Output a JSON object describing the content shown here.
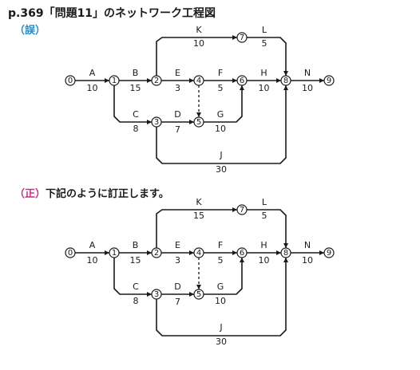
{
  "heading": "p.369「問題11」のネットワーク工程図",
  "wrong_label": "（誤）",
  "correction": {
    "marker": "（正）",
    "text": "下記のように訂正します。"
  },
  "colors": {
    "wrong_accent": "#1e8fd0",
    "correct_accent": "#d02a8a",
    "line": "#1a1a1a"
  },
  "diagrams": [
    {
      "id": "wrong",
      "nodes": [
        "0",
        "1",
        "2",
        "3",
        "4",
        "5",
        "6",
        "7",
        "8",
        "9"
      ],
      "activities": [
        {
          "from": "0",
          "to": "1",
          "name": "A",
          "duration": "10"
        },
        {
          "from": "1",
          "to": "2",
          "name": "B",
          "duration": "15"
        },
        {
          "from": "2",
          "to": "4",
          "name": "E",
          "duration": "3"
        },
        {
          "from": "4",
          "to": "6",
          "name": "F",
          "duration": "5"
        },
        {
          "from": "6",
          "to": "8",
          "name": "H",
          "duration": "10"
        },
        {
          "from": "8",
          "to": "9",
          "name": "N",
          "duration": "10"
        },
        {
          "from": "2",
          "to": "7",
          "name": "K",
          "duration": "10",
          "highlight": true
        },
        {
          "from": "7",
          "to": "8",
          "name": "L",
          "duration": "5"
        },
        {
          "from": "1",
          "to": "3",
          "name": "C",
          "duration": "8"
        },
        {
          "from": "3",
          "to": "5",
          "name": "D",
          "duration": "7"
        },
        {
          "from": "5",
          "to": "6",
          "name": "G",
          "duration": "10"
        },
        {
          "from": "3",
          "to": "8",
          "name": "J",
          "duration": "30"
        },
        {
          "from": "4",
          "to": "5",
          "dummy": true
        }
      ]
    },
    {
      "id": "correct",
      "nodes": [
        "0",
        "1",
        "2",
        "3",
        "4",
        "5",
        "6",
        "7",
        "8",
        "9"
      ],
      "activities": [
        {
          "from": "0",
          "to": "1",
          "name": "A",
          "duration": "10"
        },
        {
          "from": "1",
          "to": "2",
          "name": "B",
          "duration": "15"
        },
        {
          "from": "2",
          "to": "4",
          "name": "E",
          "duration": "3"
        },
        {
          "from": "4",
          "to": "6",
          "name": "F",
          "duration": "5"
        },
        {
          "from": "6",
          "to": "8",
          "name": "H",
          "duration": "10"
        },
        {
          "from": "8",
          "to": "9",
          "name": "N",
          "duration": "10"
        },
        {
          "from": "2",
          "to": "7",
          "name": "K",
          "duration": "15",
          "highlight": true
        },
        {
          "from": "7",
          "to": "8",
          "name": "L",
          "duration": "5"
        },
        {
          "from": "1",
          "to": "3",
          "name": "C",
          "duration": "8"
        },
        {
          "from": "3",
          "to": "5",
          "name": "D",
          "duration": "7"
        },
        {
          "from": "5",
          "to": "6",
          "name": "G",
          "duration": "10"
        },
        {
          "from": "3",
          "to": "8",
          "name": "J",
          "duration": "30"
        },
        {
          "from": "4",
          "to": "5",
          "dummy": true
        }
      ]
    }
  ]
}
